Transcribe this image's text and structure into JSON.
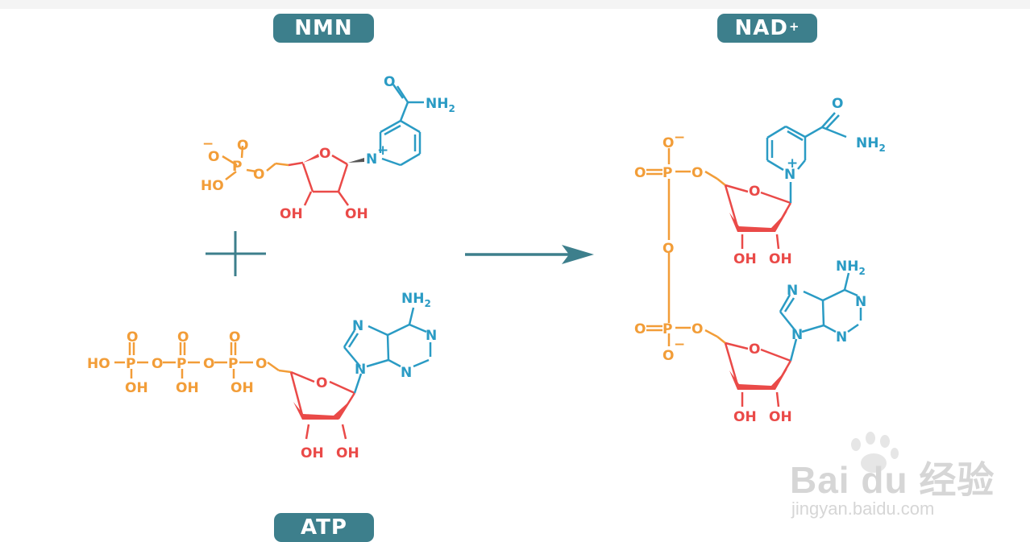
{
  "labels": {
    "nmn": "NMN",
    "nad": "NAD",
    "nad_charge": "+",
    "atp": "ATP"
  },
  "atoms": {
    "O": "O",
    "OH": "OH",
    "HO": "HO",
    "P": "P",
    "N": "N",
    "NH2": "NH",
    "sub2": "2",
    "plus": "+",
    "minus": "−"
  },
  "watermark": {
    "logo": "Bai du 经验",
    "url": "jingyan.baidu.com"
  },
  "colors": {
    "phosphate": "#f29d38",
    "sugar": "#ea4a48",
    "base": "#2a9bc4",
    "label_bg": "#3d7f8c"
  }
}
